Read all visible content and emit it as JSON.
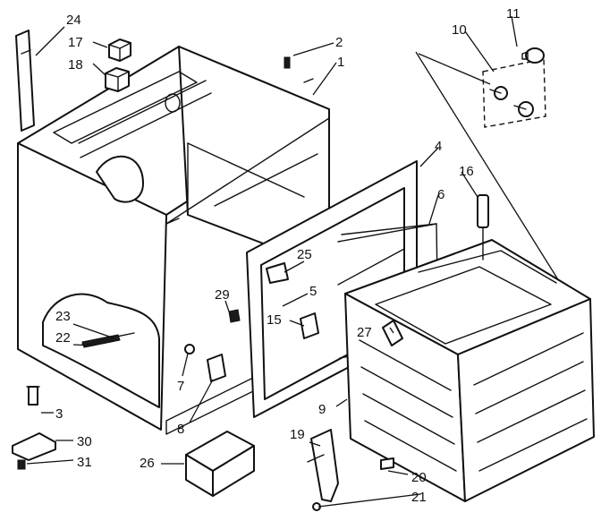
{
  "diagram": {
    "callouts": {
      "c1": "1",
      "c2": "2",
      "c3": "3",
      "c4": "4",
      "c5": "5",
      "c6": "6",
      "c7": "7",
      "c8": "8",
      "c9": "9",
      "c10": "10",
      "c11": "11",
      "c15": "15",
      "c16": "16",
      "c17": "17",
      "c18": "18",
      "c19": "19",
      "c20": "20",
      "c21": "21",
      "c22": "22",
      "c23": "23",
      "c24": "24",
      "c25": "25",
      "c26": "26",
      "c27": "27",
      "c29": "29",
      "c30": "30",
      "c31": "31"
    }
  }
}
